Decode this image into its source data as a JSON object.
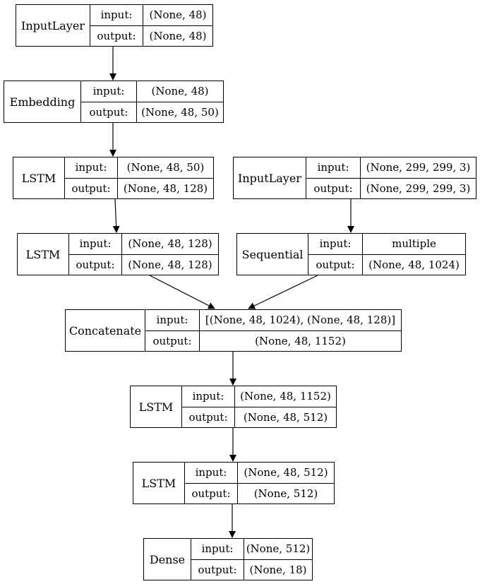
{
  "io_labels": {
    "input": "input:",
    "output": "output:"
  },
  "nodes": [
    {
      "name": "InputLayer",
      "input": "(None, 48)",
      "output": "(None, 48)"
    },
    {
      "name": "Embedding",
      "input": "(None, 48)",
      "output": "(None, 48, 50)"
    },
    {
      "name": "LSTM",
      "input": "(None, 48, 50)",
      "output": "(None, 48, 128)"
    },
    {
      "name": "InputLayer",
      "input": "(None, 299, 299, 3)",
      "output": "(None, 299, 299, 3)"
    },
    {
      "name": "LSTM",
      "input": "(None, 48, 128)",
      "output": "(None, 48, 128)"
    },
    {
      "name": "Sequential",
      "input": "multiple",
      "output": "(None, 48, 1024)"
    },
    {
      "name": "Concatenate",
      "input": "[(None, 48, 1024), (None, 48, 128)]",
      "output": "(None, 48, 1152)"
    },
    {
      "name": "LSTM",
      "input": "(None, 48, 1152)",
      "output": "(None, 48, 512)"
    },
    {
      "name": "LSTM",
      "input": "(None, 48, 512)",
      "output": "(None, 512)"
    },
    {
      "name": "Dense",
      "input": "(None, 512)",
      "output": "(None, 18)"
    }
  ],
  "edges": [
    [
      0,
      1
    ],
    [
      1,
      2
    ],
    [
      2,
      4
    ],
    [
      3,
      5
    ],
    [
      4,
      6
    ],
    [
      5,
      6
    ],
    [
      6,
      7
    ],
    [
      7,
      8
    ],
    [
      8,
      9
    ]
  ]
}
